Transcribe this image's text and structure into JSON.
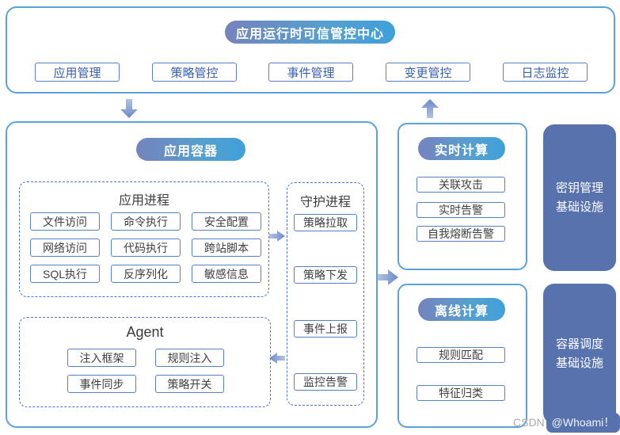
{
  "colors": {
    "panel_border": "#5aa3d9",
    "box_border": "#5b7fc5",
    "dashed_border": "#4d74c4",
    "pill_gradient_start": "#7583bd",
    "pill_gradient_end": "#3fa0da",
    "infra_background": "#5872ae",
    "menu_text": "#3a5fae",
    "item_text": "#3f3f3f",
    "arrow_light": "#b3c3e6",
    "arrow_dark": "#6c89c9"
  },
  "top_panel": {
    "title": "应用运行时可信管控中心",
    "menu_items": [
      "应用管理",
      "策略管控",
      "事件管理",
      "变更管控",
      "日志监控"
    ]
  },
  "container_panel": {
    "title": "应用容器",
    "app_process": {
      "title": "应用进程",
      "items": [
        "文件访问",
        "命令执行",
        "安全配置",
        "网络访问",
        "代码执行",
        "跨站脚本",
        "SQL执行",
        "反序列化",
        "敏感信息"
      ]
    },
    "agent": {
      "title": "Agent",
      "items": [
        "注入框架",
        "规则注入",
        "事件同步",
        "策略开关"
      ]
    },
    "daemon": {
      "title": "守护进程",
      "items": [
        "策略拉取",
        "策略下发",
        "事件上报",
        "监控告警"
      ]
    }
  },
  "realtime_panel": {
    "title": "实时计算",
    "items": [
      "关联攻击",
      "实时告警",
      "自我熔断告警"
    ]
  },
  "offline_panel": {
    "title": "离线计算",
    "items": [
      "规则匹配",
      "特征归类"
    ]
  },
  "infra": {
    "key_mgmt": {
      "line1": "密钥管理",
      "line2": "基础设施"
    },
    "scheduler": {
      "line1": "容器调度",
      "line2": "基础设施"
    }
  },
  "icons": {
    "arrow_down": "arrow-down",
    "arrow_up": "arrow-up",
    "arrow_right": "arrow-right",
    "arrow_left": "arrow-left"
  },
  "watermark": {
    "prefix": "CSDN",
    "handle": "@Whoami！"
  }
}
